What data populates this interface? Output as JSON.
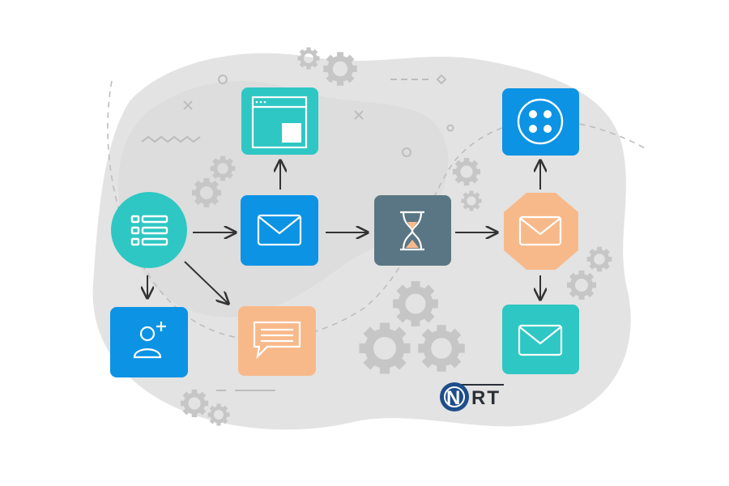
{
  "colors": {
    "blob": "#e3e3e3",
    "blob_dark": "#d6d6d6",
    "gear": "#c6c6c6",
    "teal": "#2ec7c4",
    "blue": "#0c93e4",
    "orange": "#f8b98a",
    "slate": "#5a7684",
    "arrow": "#333333",
    "deco": "#bdbdbd"
  },
  "nodes": [
    {
      "id": "list",
      "icon": "list-icon",
      "shape": "circle",
      "color": "teal"
    },
    {
      "id": "email-main",
      "icon": "envelope-icon",
      "shape": "rounded-square",
      "color": "blue"
    },
    {
      "id": "browser",
      "icon": "browser-window-icon",
      "shape": "rounded-square",
      "color": "teal"
    },
    {
      "id": "wait",
      "icon": "hourglass-icon",
      "shape": "rounded-square",
      "color": "slate"
    },
    {
      "id": "email-octagon",
      "icon": "envelope-icon",
      "shape": "octagon",
      "color": "orange"
    },
    {
      "id": "app",
      "icon": "app-dots-icon",
      "shape": "rounded-square",
      "color": "blue"
    },
    {
      "id": "email-bottom",
      "icon": "envelope-icon",
      "shape": "rounded-square",
      "color": "teal"
    },
    {
      "id": "add-user",
      "icon": "add-user-icon",
      "shape": "rounded-square",
      "color": "blue"
    },
    {
      "id": "chat",
      "icon": "chat-bubble-icon",
      "shape": "rounded-square",
      "color": "orange"
    }
  ],
  "edges": [
    {
      "from": "list",
      "to": "email-main"
    },
    {
      "from": "list",
      "to": "add-user"
    },
    {
      "from": "list",
      "to": "chat"
    },
    {
      "from": "email-main",
      "to": "browser"
    },
    {
      "from": "email-main",
      "to": "wait"
    },
    {
      "from": "wait",
      "to": "email-octagon"
    },
    {
      "from": "email-octagon",
      "to": "app"
    },
    {
      "from": "email-octagon",
      "to": "email-bottom"
    }
  ],
  "logo": {
    "text_left": "N",
    "text_right": "RT",
    "icon": "compass-o-icon"
  }
}
